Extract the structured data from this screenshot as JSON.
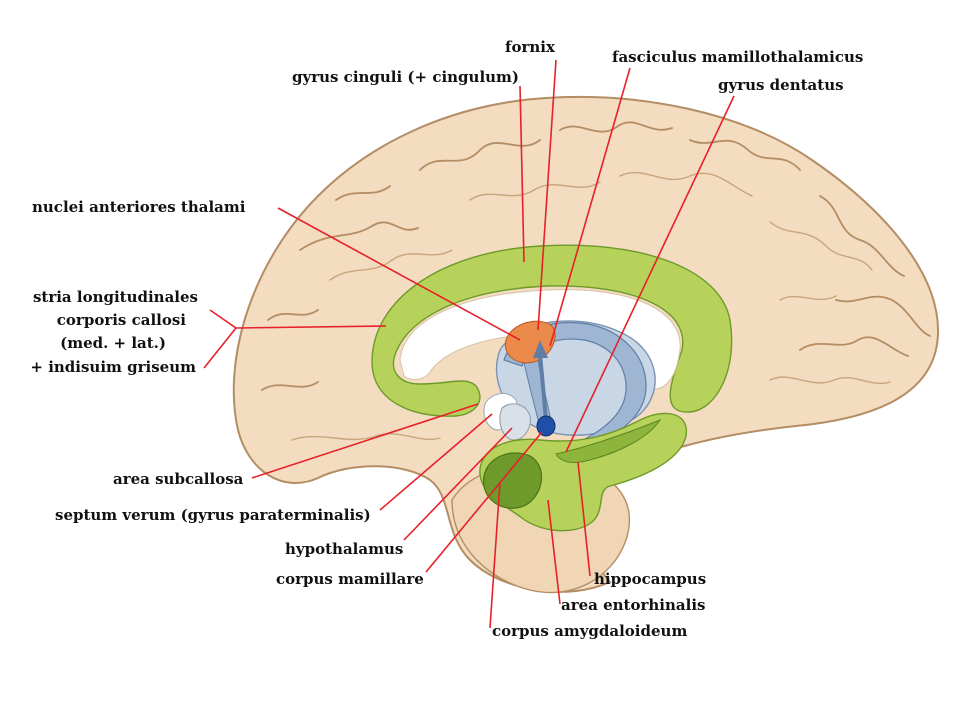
{
  "labels": {
    "fornix": "fornix",
    "fasciculus_mamillothalamicus": "fasciculus mamillothalamicus",
    "gyrus_cinguli": "gyrus cinguli (+ cingulum)",
    "gyrus_dentatus": "gyrus dentatus",
    "nuclei_anteriores_thalami": "nuclei anteriores thalami",
    "stria_line1": "stria longitudinales",
    "stria_line2": "corporis callosi",
    "stria_line3": "(med. + lat.)",
    "stria_line4": "+ indisuim griseum",
    "area_subcallosa": "area subcallosa",
    "septum_verum": "septum verum (gyrus paraterminalis)",
    "hypothalamus": "hypothalamus",
    "corpus_mamillare": "corpus mamillare",
    "hippocampus": "hippocampus",
    "area_entorhinalis": "area entorhinalis",
    "corpus_amygdaloideum": "corpus amygdaloideum"
  },
  "colors": {
    "cortex": "#f3dcc0",
    "cortex_outline": "#b48d64",
    "limbic_green": "#b7d25a",
    "limbic_green_dark": "#6d9a2a",
    "ventricle_blue": "#c8d6e6",
    "fornix_blue": "#9fb6d3",
    "thalamus_orange": "#ec8a4c",
    "mamillary_blue": "#1f4fa8",
    "leader_red": "#e8202a"
  }
}
